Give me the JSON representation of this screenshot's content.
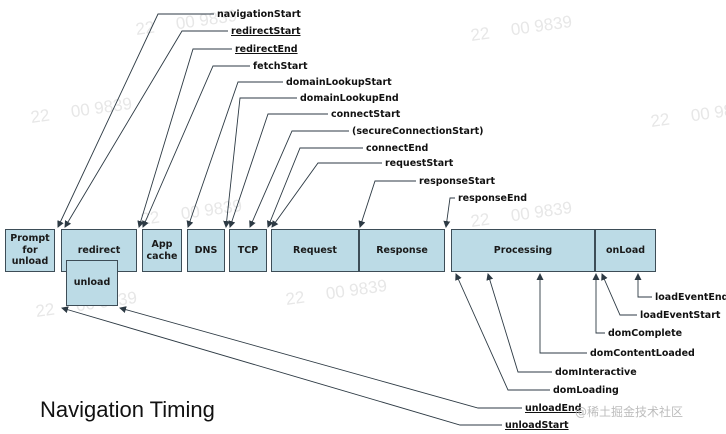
{
  "title": "Navigation Timing",
  "brand": "@稀土掘金技术社区",
  "watermark": "22　 00 9839",
  "phases": [
    {
      "id": "prompt",
      "label": "Prompt\nfor\nunload"
    },
    {
      "id": "redirect",
      "label": "redirect"
    },
    {
      "id": "unload",
      "label": "unload"
    },
    {
      "id": "appcache",
      "label": "App\ncache"
    },
    {
      "id": "dns",
      "label": "DNS"
    },
    {
      "id": "tcp",
      "label": "TCP"
    },
    {
      "id": "request",
      "label": "Request"
    },
    {
      "id": "response",
      "label": "Response"
    },
    {
      "id": "processing",
      "label": "Processing"
    },
    {
      "id": "onload",
      "label": "onLoad"
    }
  ],
  "events_top": [
    {
      "name": "navigationStart",
      "underline": false
    },
    {
      "name": "redirectStart",
      "underline": true
    },
    {
      "name": "redirectEnd",
      "underline": true
    },
    {
      "name": "fetchStart",
      "underline": false
    },
    {
      "name": "domainLookupStart",
      "underline": false
    },
    {
      "name": "domainLookupEnd",
      "underline": false
    },
    {
      "name": "connectStart",
      "underline": false
    },
    {
      "name": "(secureConnectionStart)",
      "underline": false
    },
    {
      "name": "connectEnd",
      "underline": false
    },
    {
      "name": "requestStart",
      "underline": false
    },
    {
      "name": "responseStart",
      "underline": false
    },
    {
      "name": "responseEnd",
      "underline": false
    }
  ],
  "events_bottom": [
    {
      "name": "loadEventEnd",
      "underline": false
    },
    {
      "name": "loadEventStart",
      "underline": false
    },
    {
      "name": "domComplete",
      "underline": false
    },
    {
      "name": "domContentLoaded",
      "underline": false
    },
    {
      "name": "domInteractive",
      "underline": false
    },
    {
      "name": "domLoading",
      "underline": false
    },
    {
      "name": "unloadEnd",
      "underline": true
    },
    {
      "name": "unloadStart",
      "underline": true
    }
  ]
}
